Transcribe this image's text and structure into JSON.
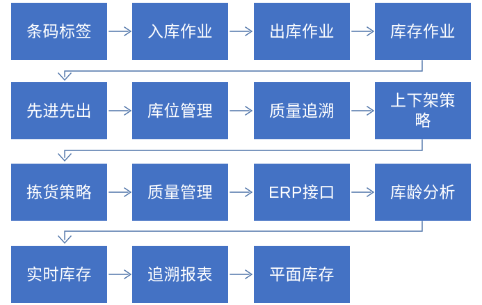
{
  "palette": {
    "box_fill": "#4472C4",
    "box_text": "#FFFFFF",
    "connector": "#4E73A8",
    "background": "#FFFFFF"
  },
  "icons": {
    "arrow_right": "→",
    "arrow_down": "↓"
  },
  "flowchart": {
    "rows": [
      {
        "boxes": [
          {
            "label": "条码标签"
          },
          {
            "label": "入库作业"
          },
          {
            "label": "出库作业"
          },
          {
            "label": "库存作业"
          }
        ]
      },
      {
        "boxes": [
          {
            "label": "先进先出"
          },
          {
            "label": "库位管理"
          },
          {
            "label": "质量追溯"
          },
          {
            "label": "上下架策\n略"
          }
        ]
      },
      {
        "boxes": [
          {
            "label": "拣货策略"
          },
          {
            "label": "质量管理"
          },
          {
            "label": "ERP接口"
          },
          {
            "label": "库龄分析"
          }
        ]
      },
      {
        "boxes": [
          {
            "label": "实时库存"
          },
          {
            "label": "追溯报表"
          },
          {
            "label": "平面库存"
          }
        ]
      }
    ]
  }
}
